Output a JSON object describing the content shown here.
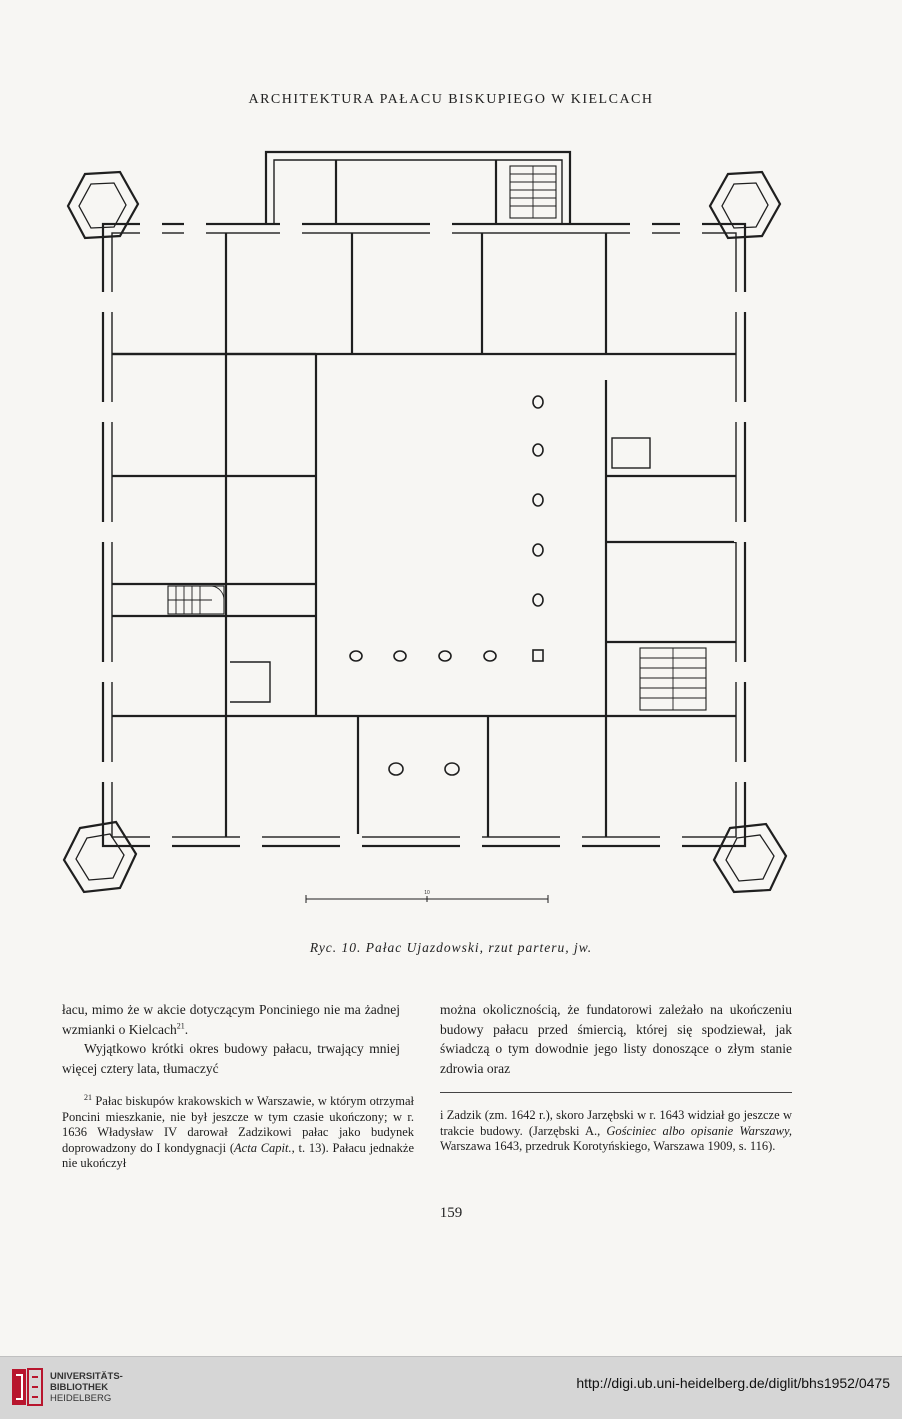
{
  "running_head": "ARCHITEKTURA PAŁACU BISKUPIEGO W KIELCACH",
  "figure": {
    "caption": "Ryc. 10.  Pałac Ujazdowski, rzut parteru, jw.",
    "scale_label": "10"
  },
  "body": {
    "left_column": [
      "łacu, mimo że w akcie dotyczącym Ponciniego nie ma żadnej wzmianki o Kielcach",
      "Wyjątkowo krótki okres budowy pałacu, trwający mniej więcej cztery lata, tłumaczyć"
    ],
    "left_footnote_ref": "21",
    "right_column": "można okolicznością, że fundatorowi zależało na ukończeniu budowy pałacu przed śmiercią, któ­rej się spodziewał, jak świadczą o tym dowodnie jego listy donoszące o złym stanie zdrowia oraz"
  },
  "footnotes": {
    "left_number": "21",
    "left_text_a": "Pałac biskupów krakowskich w Warsza­wie, w którym otrzymał Poncini mieszkanie, nie był jeszcze w tym czasie ukończony; w r. 1636 Władysław IV darował Zadzikowi pałac jako budynek doprowadzony do I kondygnacji (",
    "left_text_italic": "Acta Capit.,",
    "left_text_b": " t. 13). Pałacu jednakże nie ukończył",
    "right_text_a": "i Zadzik (zm. 1642 r.), skoro Jarzębski w r. 1643 widział go jeszcze w trakcie budowy. (Jarzębski A., ",
    "right_text_italic": "Gościniec albo opisanie Warszawy,",
    "right_text_b": " Warsza­wa 1643, przedruk Korotyńskiego, Warszawa 1909, s. 116)."
  },
  "page_number": "159",
  "footer": {
    "library_line1": "UNIVERSITÄTS-",
    "library_line2": "BIBLIOTHEK",
    "library_line3": "HEIDELBERG",
    "url": "http://digi.ub.uni-heidelberg.de/diglit/bhs1952/0475"
  }
}
